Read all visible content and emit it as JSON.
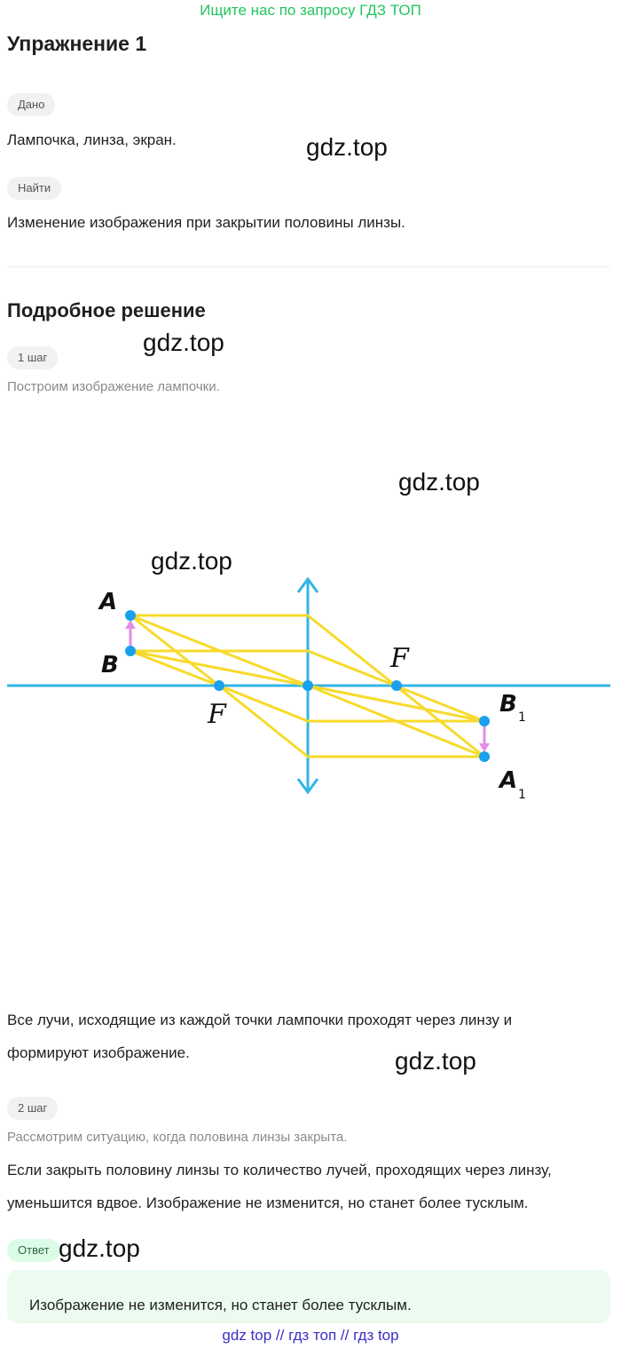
{
  "banner": "Ищите нас по запросу ГДЗ ТОП",
  "title": "Упражнение 1",
  "given_chip": "Дано",
  "given_text": "Лампочка, линза, экран.",
  "find_chip": "Найти",
  "find_text": "Изменение изображения при закрытии половины линзы.",
  "solution_title": "Подробное решение",
  "step1_chip": "1 шаг",
  "step1_caption": "Построим изображение лампочки.",
  "diagram": {
    "labels": {
      "A": "A",
      "B": "B",
      "F_left": "F",
      "F_right": "F",
      "B1": "B",
      "B1_sub": "1",
      "A1": "A",
      "A1_sub": "1"
    },
    "colors": {
      "axis": "#33b5e5",
      "rays": "#f7da2c",
      "points": "#1aa0ee",
      "object_arrow": "#e28ee8"
    }
  },
  "step1_text_line1": "Все лучи, исходящие из каждой точки лампочки проходят через линзу и",
  "step1_text_line2": "формируют изображение.",
  "step2_chip": "2 шаг",
  "step2_caption": "Рассмотрим ситуацию, когда половина линзы закрыта.",
  "step2_text_line1": "Если закрыть половину линзы то количество лучей, проходящих через линзу,",
  "step2_text_line2": "уменьшится вдвое. Изображение не изменится, но станет более тусклым.",
  "answer_chip": "Ответ",
  "answer_text": "Изображение не изменится, но станет более тусклым.",
  "watermark": "gdz.top",
  "footer": "gdz top  //  гдз топ  //  гдз top"
}
